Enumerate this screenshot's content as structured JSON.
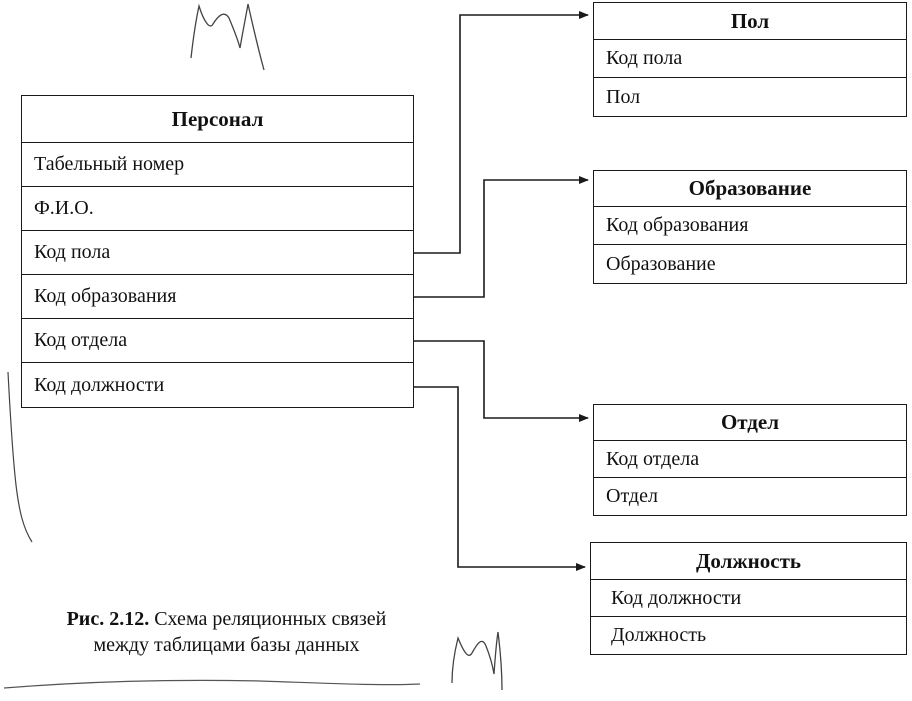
{
  "tables": {
    "personal": {
      "title": "Персонал",
      "fields": [
        "Табельный номер",
        "Ф.И.О.",
        "Код пола",
        "Код образования",
        "Код отдела",
        "Код должности"
      ]
    },
    "pol": {
      "title": "Пол",
      "fields": [
        "Код пола",
        "Пол"
      ]
    },
    "obrazovanie": {
      "title": "Образование",
      "fields": [
        "Код образования",
        "Образование"
      ]
    },
    "otdel": {
      "title": "Отдел",
      "fields": [
        "Код отдела",
        "Отдел"
      ]
    },
    "dolzhnost": {
      "title": "Должность",
      "fields": [
        "Код должности",
        "Должность"
      ]
    }
  },
  "relations": [
    {
      "from": "Персонал.Код пола",
      "to": "Пол.Код пола"
    },
    {
      "from": "Персонал.Код образования",
      "to": "Образование.Код образования"
    },
    {
      "from": "Персонал.Код отдела",
      "to": "Отдел.Код отдела"
    },
    {
      "from": "Персонал.Код должности",
      "to": "Должность.Код должности"
    }
  ],
  "caption": {
    "label": "Рис. 2.12.",
    "text_line1": "Схема реляционных связей",
    "text_line2": "между таблицами базы данных"
  },
  "colors": {
    "line": "#1a1a1a",
    "background": "#ffffff"
  }
}
